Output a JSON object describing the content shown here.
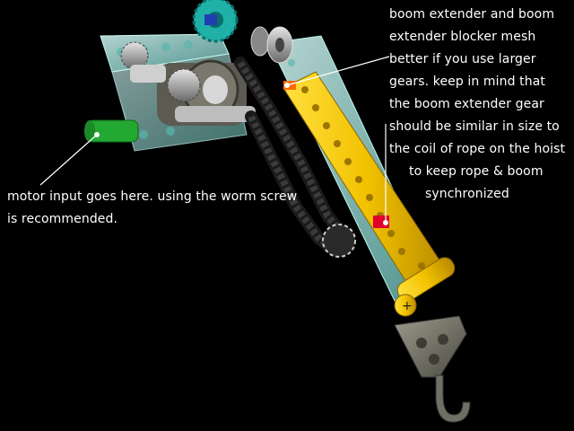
{
  "annotations": {
    "boom_extender_note": [
      "boom extender and boom",
      "extender blocker mesh",
      "better if you use larger",
      "gears. keep in mind that",
      "the boom extender gear",
      "should be similar in size to",
      "the coil of rope on the hoist",
      "to keep rope & boom",
      "synchronized"
    ],
    "motor_note": [
      "motor input goes here. using the worm screw",
      "is recommended."
    ]
  },
  "colors": {
    "background": "#000000",
    "transparent_brick": "#9fe0dc",
    "boom_yellow": "#f2c200",
    "chain_black": "#141414",
    "gear_gray": "#a8a8a8",
    "gear_teal": "#1fb0a8",
    "axle_green": "#23a832",
    "marker_orange": "#ff6a00",
    "marker_red": "#e0002a",
    "hook_gray": "#6f6f64"
  }
}
